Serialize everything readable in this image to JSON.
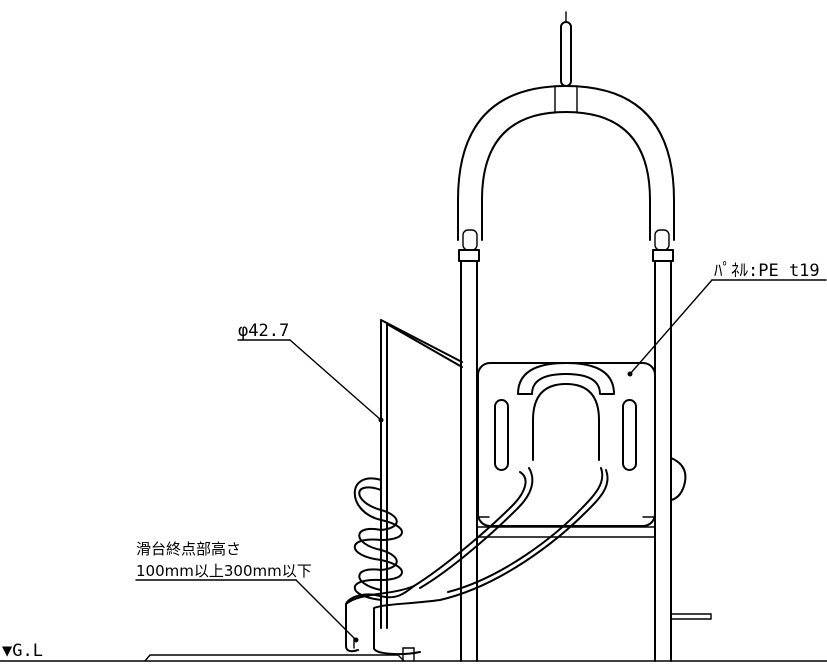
{
  "drawing": {
    "labels": {
      "pipe_diameter": "φ42.7",
      "panel_material": "ﾊﾟﾈﾙ:PE t19",
      "slide_end_height_title": "滑台終点部高さ",
      "slide_end_height_value": "100mm以上300mm以下",
      "ground_level": "▼G.L"
    }
  }
}
